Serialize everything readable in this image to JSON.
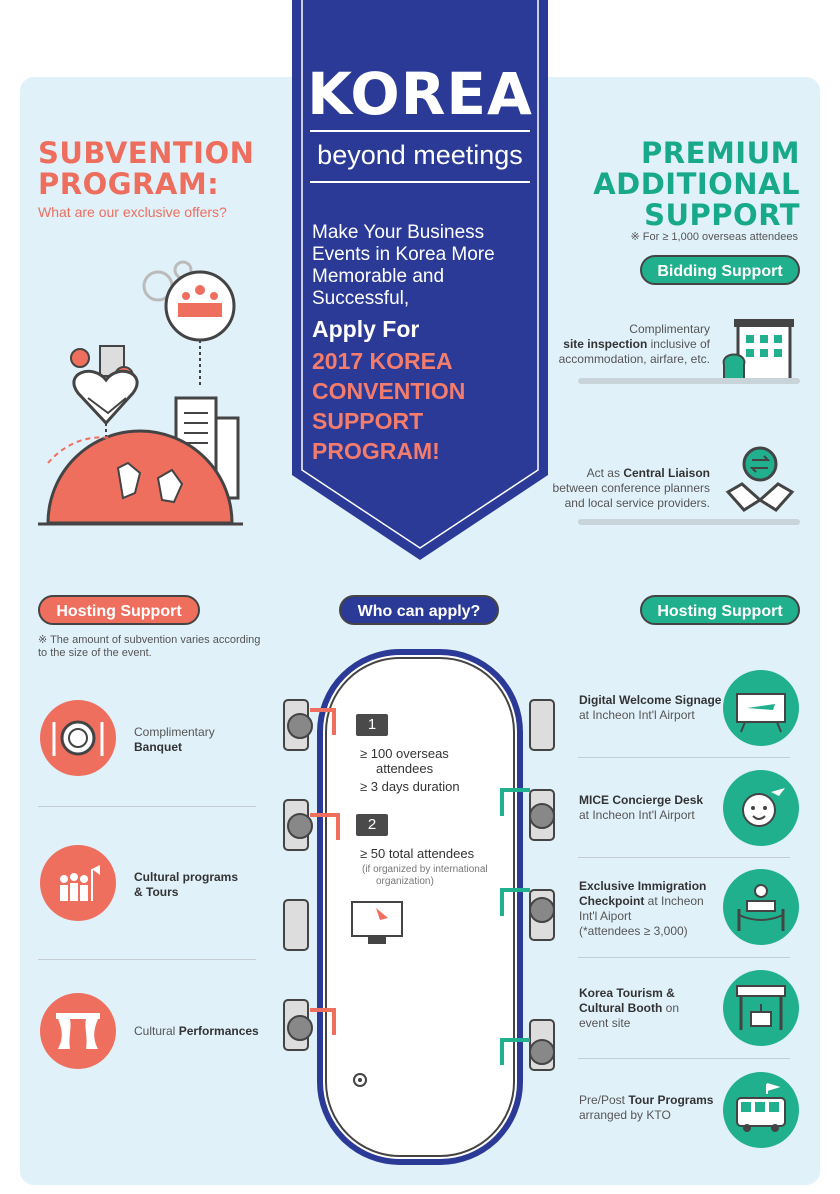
{
  "banner": {
    "title": "KOREA",
    "subtitle": "beyond meetings",
    "intro": "Make Your Business Events in Korea More Memorable and Successful,",
    "apply": "Apply For",
    "program_lines": [
      "2017 KOREA",
      "CONVENTION",
      "SUPPORT",
      "PROGRAM!"
    ],
    "color": "#2b3a96"
  },
  "left_header": {
    "title_line1": "SUBVENTION",
    "title_line2": "PROGRAM:",
    "subtitle": "What are our exclusive offers?"
  },
  "right_header": {
    "line1": "PREMIUM",
    "line2": "ADDITIONAL",
    "line3": "SUPPORT",
    "note": "※ For ≥ 1,000 overseas attendees"
  },
  "bidding": {
    "label": "Bidding Support",
    "item1": {
      "line1": "Complimentary",
      "bold": "site inspection",
      "rest": " inclusive of",
      "line3": "accommodation, airfare, etc."
    },
    "item2": {
      "pre": "Act as ",
      "bold": "Central Liaison",
      "line2": "between conference planners",
      "line3": "and local service providers."
    }
  },
  "hosting_left": {
    "label": "Hosting Support",
    "note": "※ The amount of subvention varies according to the size of the event.",
    "items": [
      {
        "plain": "Complimentary",
        "bold": "Banquet",
        "icon": "banquet-icon"
      },
      {
        "bold1": "Cultural programs",
        "bold2": "& Tours",
        "icon": "tour-group-icon"
      },
      {
        "plain": "Cultural ",
        "bold": "Performances",
        "icon": "stage-curtain-icon"
      }
    ]
  },
  "who": {
    "label": "Who can apply?",
    "n1": "1",
    "c1a": "≥ 100 overseas",
    "c1b": "attendees",
    "c1c": "≥ 3 days duration",
    "n2": "2",
    "c2a": "≥ 50 total attendees",
    "c2b": "(if organized by international",
    "c2c": "organization)"
  },
  "hosting_right": {
    "label": "Hosting Support",
    "items": [
      {
        "bold": "Digital Welcome Signage",
        "plain": "at Incheon Int'l Airport",
        "icon": "airplane-sign-icon"
      },
      {
        "bold": "MICE Concierge Desk",
        "plain": "at Incheon Int'l Airport",
        "icon": "concierge-icon"
      },
      {
        "bold1": "Exclusive Immigration",
        "bold2": "Checkpoint",
        "plain1": " at Incheon",
        "plain2": "Int'l Aiport",
        "plain3": "(*attendees ≥ 3,000)",
        "icon": "checkpoint-icon"
      },
      {
        "bold1": "Korea Tourism &",
        "bold2": "Cultural Booth",
        "plain1": " on",
        "plain2": "event site",
        "icon": "booth-icon"
      },
      {
        "plain1": "Pre/Post ",
        "bold": "Tour Programs",
        "plain2": "arranged by KTO",
        "icon": "bus-icon"
      }
    ]
  },
  "colors": {
    "coral": "#ef6f5f",
    "teal": "#21b08d",
    "navy": "#2b3a96",
    "panel": "#e1f1fa"
  }
}
